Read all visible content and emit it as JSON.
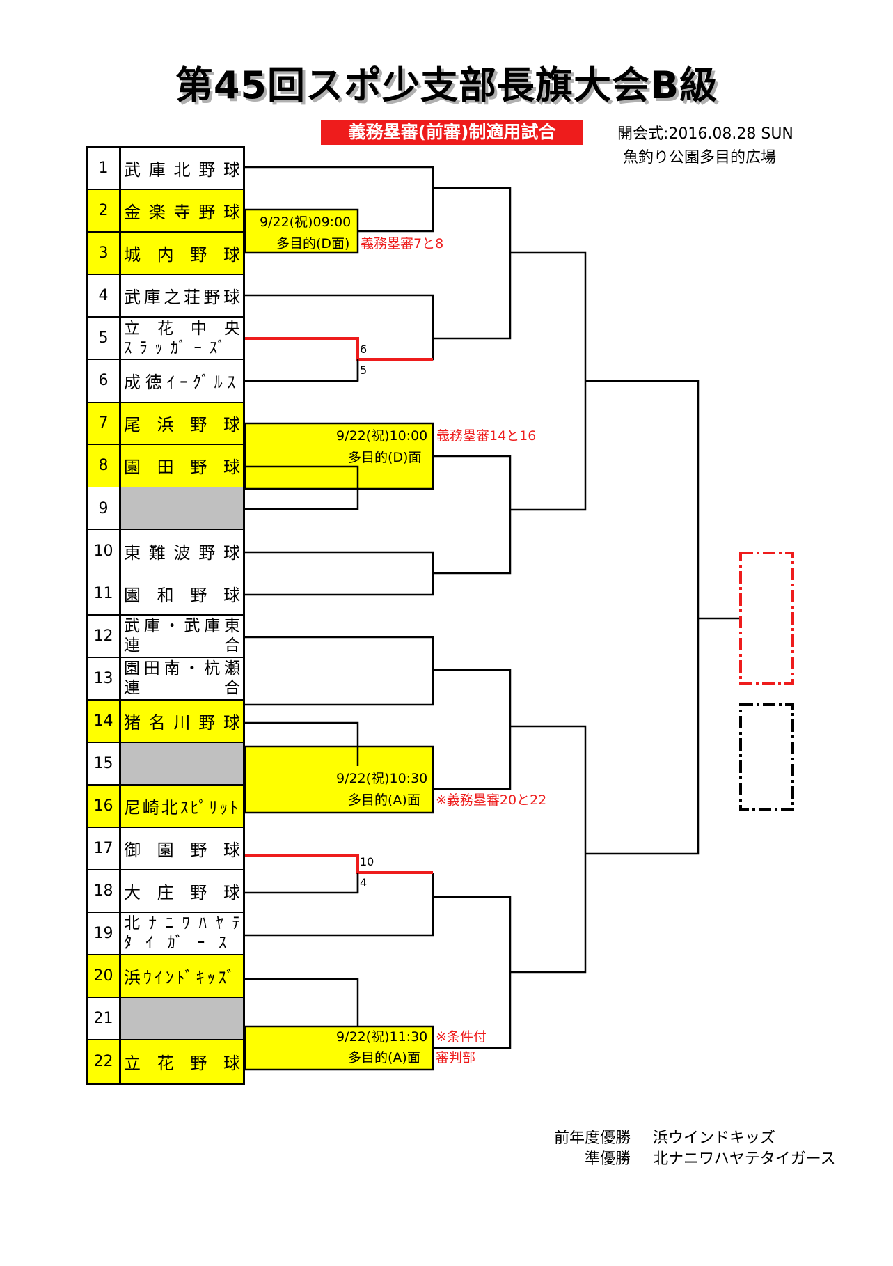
{
  "title": "第45回スポ少支部長旗大会B級",
  "badge": "義務塁審(前審)制適用試合",
  "ceremony": {
    "date_line": "開会式:2016.08.28 SUN",
    "venue": "魚釣り公園多目的広場"
  },
  "teams": [
    {
      "no": "1",
      "name": "武庫北野球"
    },
    {
      "no": "2",
      "name": "金楽寺野球"
    },
    {
      "no": "3",
      "name": "城内野球"
    },
    {
      "no": "4",
      "name": "武庫之荘野球"
    },
    {
      "no": "5",
      "name_line1": "立花中央",
      "name_line2": "ｽﾗｯｶﾞｰｽﾞ"
    },
    {
      "no": "6",
      "name": "成徳ｲｰｸﾞﾙｽ"
    },
    {
      "no": "7",
      "name": "尾浜野球"
    },
    {
      "no": "8",
      "name": "園田野球"
    },
    {
      "no": "9",
      "name": ""
    },
    {
      "no": "10",
      "name": "東難波野球"
    },
    {
      "no": "11",
      "name": "園和野球"
    },
    {
      "no": "12",
      "name_line1": "武庫・武庫東",
      "name_line2": "連合"
    },
    {
      "no": "13",
      "name_line1": "園田南・杭瀬",
      "name_line2": "連合"
    },
    {
      "no": "14",
      "name": "猪名川野球"
    },
    {
      "no": "15",
      "name": ""
    },
    {
      "no": "16",
      "name": "尼崎北ｽﾋﾟﾘｯﾄ"
    },
    {
      "no": "17",
      "name": "御園野球"
    },
    {
      "no": "18",
      "name": "大庄野球"
    },
    {
      "no": "19",
      "name_line1": "北ﾅﾆﾜﾊﾔﾃ",
      "name_line2": "ﾀｲｶﾞｰｽ"
    },
    {
      "no": "20",
      "name": "浜ｳｲﾝﾄﾞｷｯｽﾞ"
    },
    {
      "no": "21",
      "name": ""
    },
    {
      "no": "22",
      "name": "立花野球"
    }
  ],
  "games": {
    "g1": {
      "time": "9/22(祝)09:00",
      "field": "多目的(D面)",
      "umpire": "義務塁審7と8"
    },
    "g2": {
      "time": "9/22(祝)10:00",
      "field": "多目的(D)面",
      "umpire": "義務塁審14と16"
    },
    "g3": {
      "time": "9/22(祝)10:30",
      "field": "多目的(A)面",
      "umpire": "※義務塁審20と22"
    },
    "g4": {
      "time": "9/22(祝)11:30",
      "field": "多目的(A)面",
      "umpire_line1": "※条件付",
      "umpire_line2": "審判部"
    }
  },
  "scores": {
    "m56_top": "6",
    "m56_bottom": "5",
    "m1718_top": "10",
    "m1718_bottom": "4"
  },
  "previous": {
    "champion_label": "前年度優勝",
    "champion": "浜ウインドキッズ",
    "runnerup_label": "準優勝",
    "runnerup": "北ナニワハヤテタイガース"
  },
  "colors": {
    "highlight": "#ffff00",
    "winner_line": "#ee1c1c",
    "bye": "#c0c0c0"
  }
}
